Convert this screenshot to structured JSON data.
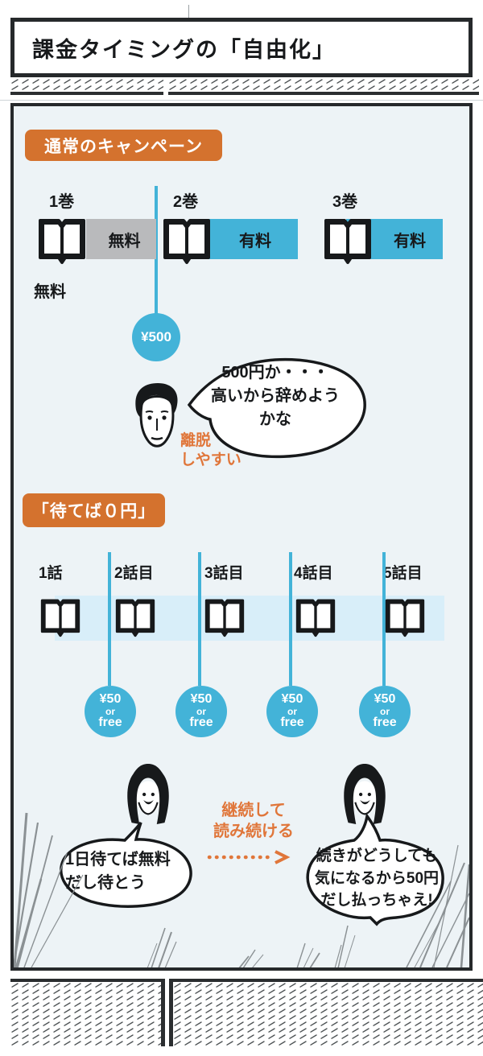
{
  "title": "課金タイミングの「自由化」",
  "colors": {
    "accent_blue": "#43b3d8",
    "pale_blue": "#d8eef9",
    "gray_bar": "#b9babc",
    "badge_orange": "#d4722e",
    "text_orange": "#e0763a",
    "panel_bg": "#edf3f6",
    "ink": "#17191b"
  },
  "icons": {
    "book": "open-book-icon",
    "man": "man-face-icon",
    "woman": "woman-face-icon",
    "arrow": "dotted-right-arrow-icon"
  },
  "section_normal": {
    "badge": "通常のキャンペーン",
    "vol1_label": "1巻",
    "vol2_label": "2巻",
    "vol3_label": "3巻",
    "vol1_bar": "無料",
    "vol2_bar": "有料",
    "vol3_bar": "有料",
    "vol1_below": "無料",
    "price": "¥500",
    "note_line1": "離脱",
    "note_line2": "しやすい",
    "speech_line1": "500円か・・・",
    "speech_line2": "高いから辞めよう",
    "speech_line3": "かな"
  },
  "section_wait": {
    "badge": "「待てば０円」",
    "ep1": "1話",
    "ep2": "2話目",
    "ep3": "3話目",
    "ep4": "4話目",
    "ep5": "5話目",
    "price_top": "¥50",
    "price_mid": "or",
    "price_bottom": "free",
    "arrow_line1": "継続して",
    "arrow_line2": "読み続ける",
    "left_speech_line1": "1日待てば無料",
    "left_speech_line2": "だし待とう",
    "right_speech_line1": "続きがどうしても",
    "right_speech_line2": "気になるから50円",
    "right_speech_line3": "だし払っちゃえ!"
  }
}
